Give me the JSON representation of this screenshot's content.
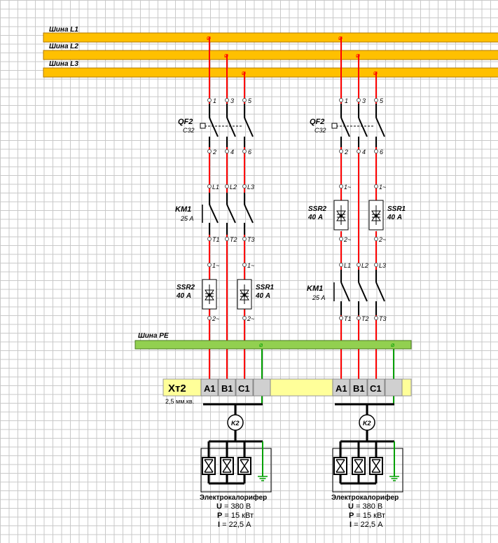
{
  "buses": {
    "l1": "Шина L1",
    "l2": "Шина L2",
    "l3": "Шина L3",
    "pe": "Шина PE"
  },
  "left": {
    "breaker": {
      "name": "QF2",
      "rating": "C32",
      "in_terms": [
        "1",
        "3",
        "5"
      ],
      "out_terms": [
        "2",
        "4",
        "6"
      ]
    },
    "contactor": {
      "name": "KM1",
      "rating": "25 А",
      "in_terms": [
        "L1",
        "L2",
        "L3"
      ],
      "out_terms": [
        "T1",
        "T2",
        "T3"
      ]
    },
    "ssr_a": {
      "name": "SSR2",
      "rating": "40 А",
      "in_term": "1~",
      "out_term": "2~"
    },
    "ssr_b": {
      "name": "SSR1",
      "rating": "40 А",
      "in_term": "1~",
      "out_term": "2~"
    },
    "terminals": [
      "A1",
      "B1",
      "C1"
    ],
    "relay": "K2",
    "load": {
      "title": "Электрокалорифер",
      "u_key": "U",
      "u_val": "= 380 В",
      "p_key": "P",
      "p_val": "= 15 кВт",
      "i_key": "I",
      "i_val": "= 22,5 А"
    }
  },
  "right": {
    "breaker": {
      "name": "QF2",
      "rating": "C32",
      "in_terms": [
        "1",
        "3",
        "5"
      ],
      "out_terms": [
        "2",
        "4",
        "6"
      ]
    },
    "contactor": {
      "name": "KM1",
      "rating": "25 А",
      "in_terms": [
        "L1",
        "L2",
        "L3"
      ],
      "out_terms": [
        "T1",
        "T2",
        "T3"
      ]
    },
    "ssr_a": {
      "name": "SSR2",
      "rating": "40 А",
      "in_term": "1~",
      "out_term": "2~"
    },
    "ssr_b": {
      "name": "SSR1",
      "rating": "40 А",
      "in_term": "1~",
      "out_term": "2~"
    },
    "terminals": [
      "A1",
      "B1",
      "C1"
    ],
    "relay": "K2",
    "load": {
      "title": "Электрокалорифер",
      "u_key": "U",
      "u_val": "= 380 В",
      "p_key": "P",
      "p_val": "= 15 кВт",
      "i_key": "I",
      "i_val": "= 22,5 А"
    }
  },
  "terminal_block": {
    "name": "Хт2",
    "section": "2,5 мм.кв."
  },
  "colors": {
    "bus": "#ffc000",
    "pe": "#92d050",
    "phase": "#ff0000",
    "ground": "#00a000",
    "terminal_bg": "#ffff99"
  }
}
